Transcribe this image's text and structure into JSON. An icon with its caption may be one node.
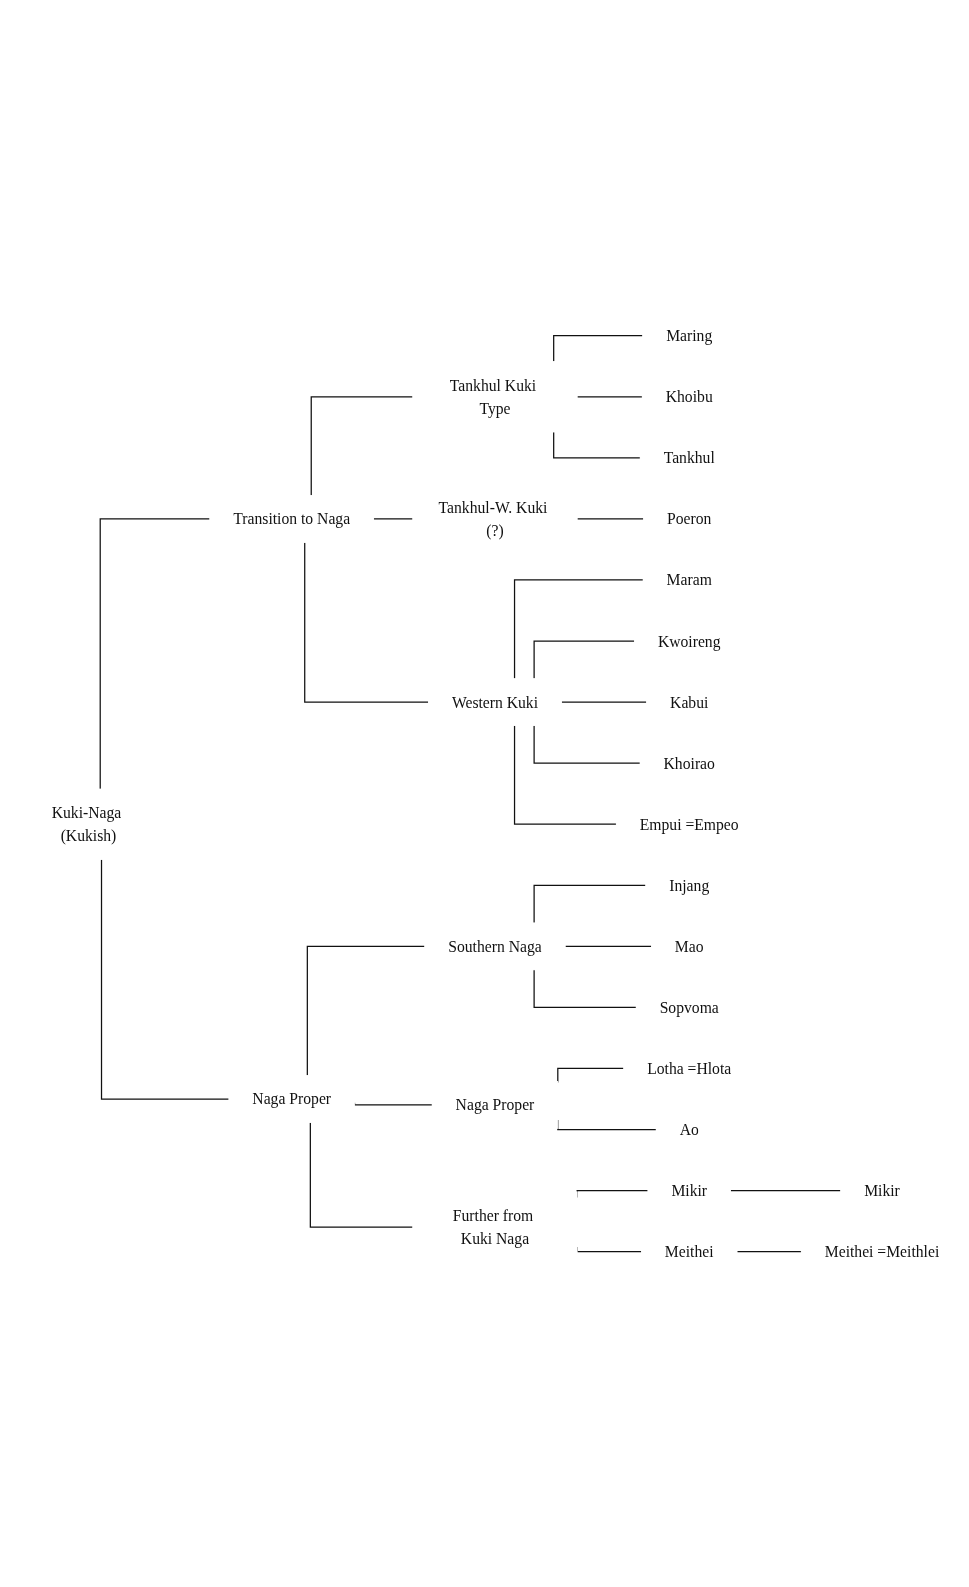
{
  "diagram": {
    "nodes": [
      {
        "text": [
          "Kuki-Naga (Kukish)"
        ]
      },
      {
        "text": [
          "Transition to Naga"
        ]
      },
      {
        "text": [
          "Tankhul Kuki Type"
        ]
      },
      {
        "text": [
          "Maring"
        ]
      },
      {
        "text": [
          "Khoibu"
        ]
      },
      {
        "text": [
          "Tankhul"
        ]
      },
      {
        "text": [
          "Tankhul-W. Kuki (?)"
        ]
      },
      {
        "text": [
          "Poeron"
        ]
      },
      {
        "text": [
          "Western Kuki"
        ]
      },
      {
        "text": [
          "Maram"
        ]
      },
      {
        "text": [
          "Kwoireng"
        ]
      },
      {
        "text": [
          "Kabui"
        ]
      },
      {
        "text": [
          "Khoirao"
        ]
      },
      {
        "text": [
          "Empui =Empeo"
        ]
      },
      {
        "text": [
          "Naga Proper"
        ]
      },
      {
        "text": [
          "Southern Naga"
        ]
      },
      {
        "text": [
          "Injang"
        ]
      },
      {
        "text": [
          "Mao"
        ]
      },
      {
        "text": [
          "Sopvoma"
        ]
      },
      {
        "text": [
          "Naga Proper"
        ]
      },
      {
        "text": [
          "Lotha =Hlota"
        ]
      },
      {
        "text": [
          "Ao"
        ]
      },
      {
        "text": [
          "Further from Kuki Naga"
        ]
      },
      {
        "text": [
          "Mikir"
        ]
      },
      {
        "text": [
          "Mikir"
        ]
      },
      {
        "text": [
          "Meithei"
        ]
      },
      {
        "text": [
          "Meithei =Meithlei"
        ]
      }
    ],
    "edges": [
      {
        "from": 0,
        "to": 1,
        "arrow": "none"
      },
      {
        "from": 1,
        "to": 2,
        "arrow": "none"
      },
      {
        "from": 2,
        "to": 3,
        "arrow": "none"
      },
      {
        "from": 2,
        "to": 4,
        "arrow": "none"
      },
      {
        "from": 2,
        "to": 5,
        "arrow": "none"
      },
      {
        "from": 1,
        "to": 6,
        "arrow": "none"
      },
      {
        "from": 6,
        "to": 7,
        "arrow": "none"
      },
      {
        "from": 1,
        "to": 8,
        "arrow": "none"
      },
      {
        "from": 8,
        "to": 9,
        "arrow": "none"
      },
      {
        "from": 8,
        "to": 10,
        "arrow": "none"
      },
      {
        "from": 8,
        "to": 11,
        "arrow": "none"
      },
      {
        "from": 8,
        "to": 12,
        "arrow": "none"
      },
      {
        "from": 8,
        "to": 13,
        "arrow": "none"
      },
      {
        "from": 0,
        "to": 14,
        "arrow": "none"
      },
      {
        "from": 14,
        "to": 15,
        "arrow": "none"
      },
      {
        "from": 15,
        "to": 16,
        "arrow": "none"
      },
      {
        "from": 15,
        "to": 17,
        "arrow": "none"
      },
      {
        "from": 15,
        "to": 18,
        "arrow": "none"
      },
      {
        "from": 14,
        "to": 19,
        "arrow": "none"
      },
      {
        "from": 19,
        "to": 20,
        "arrow": "none"
      },
      {
        "from": 19,
        "to": 21,
        "arrow": "none"
      },
      {
        "from": 14,
        "to": 22,
        "arrow": "none"
      },
      {
        "from": 22,
        "to": 23,
        "arrow": "none"
      },
      {
        "from": 23,
        "to": 24,
        "arrow": "none"
      },
      {
        "from": 22,
        "to": 25,
        "arrow": "none"
      },
      {
        "from": 25,
        "to": 26,
        "arrow": "none"
      }
    ]
  }
}
